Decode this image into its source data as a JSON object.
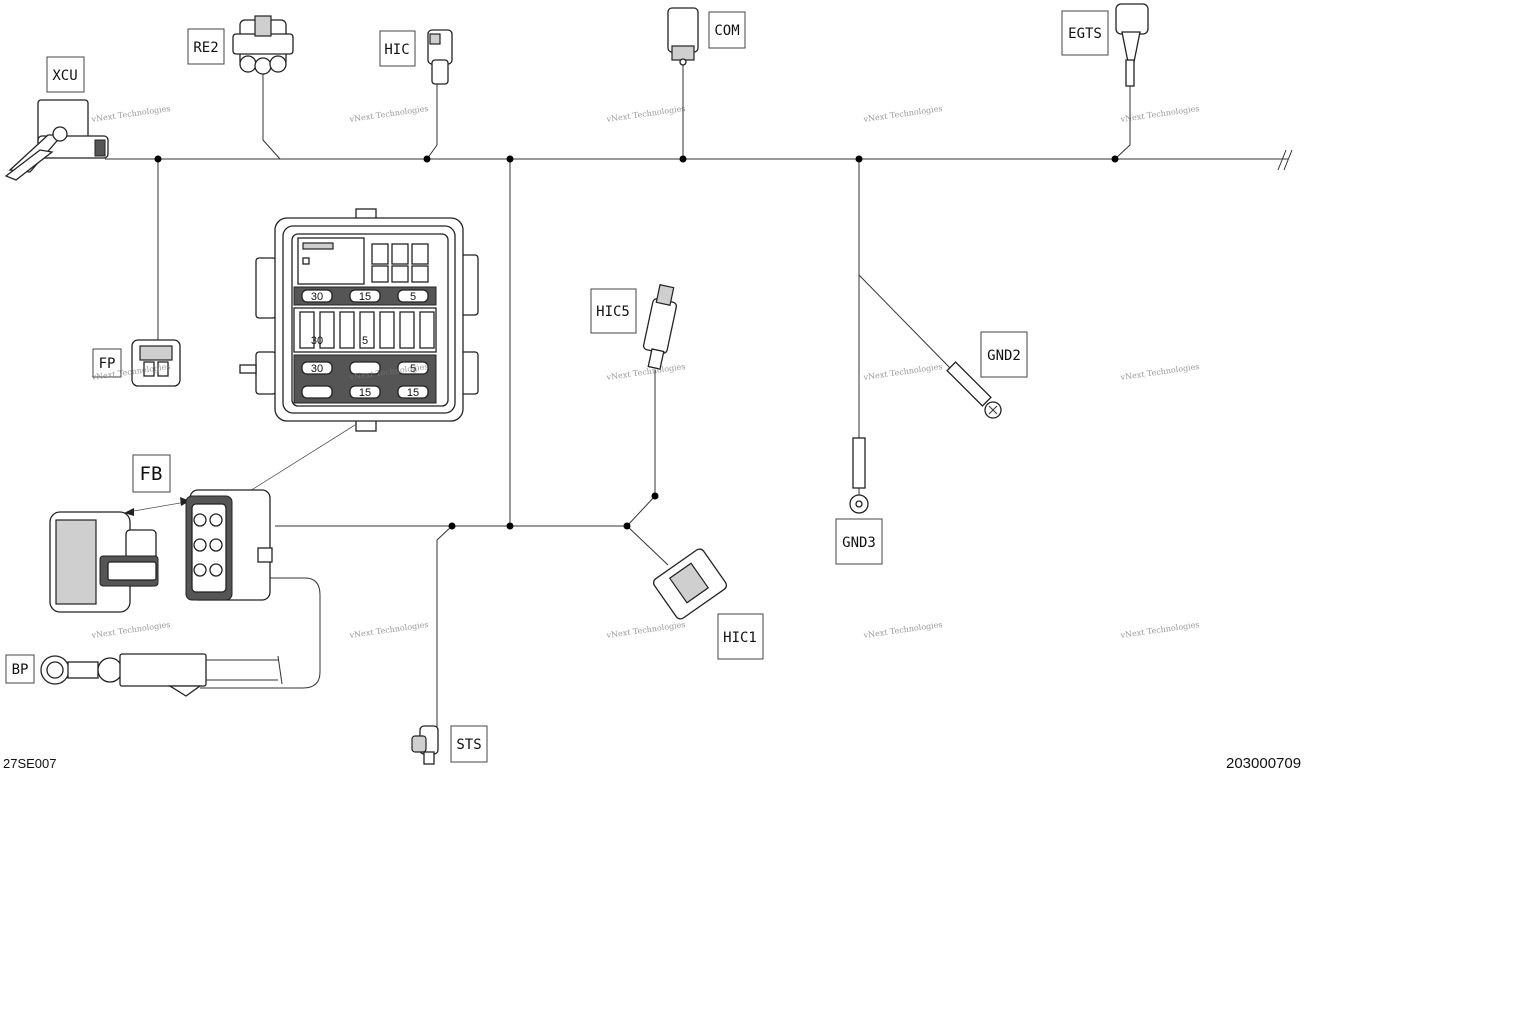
{
  "labels": {
    "xcu": "XCU",
    "re2": "RE2",
    "hic": "HIC",
    "com": "COM",
    "egts": "EGTS",
    "fp": "FP",
    "hic5": "HIC5",
    "gnd2": "GND2",
    "gnd3": "GND3",
    "fb": "FB",
    "hic1": "HIC1",
    "bp": "BP",
    "sts": "STS"
  },
  "references": {
    "left": "27SE007",
    "right": "203000709"
  },
  "fuse_values": [
    "30",
    "15",
    "5",
    "30",
    "5",
    "30",
    "15",
    "5",
    "15"
  ],
  "watermark": "vNext Technologies"
}
